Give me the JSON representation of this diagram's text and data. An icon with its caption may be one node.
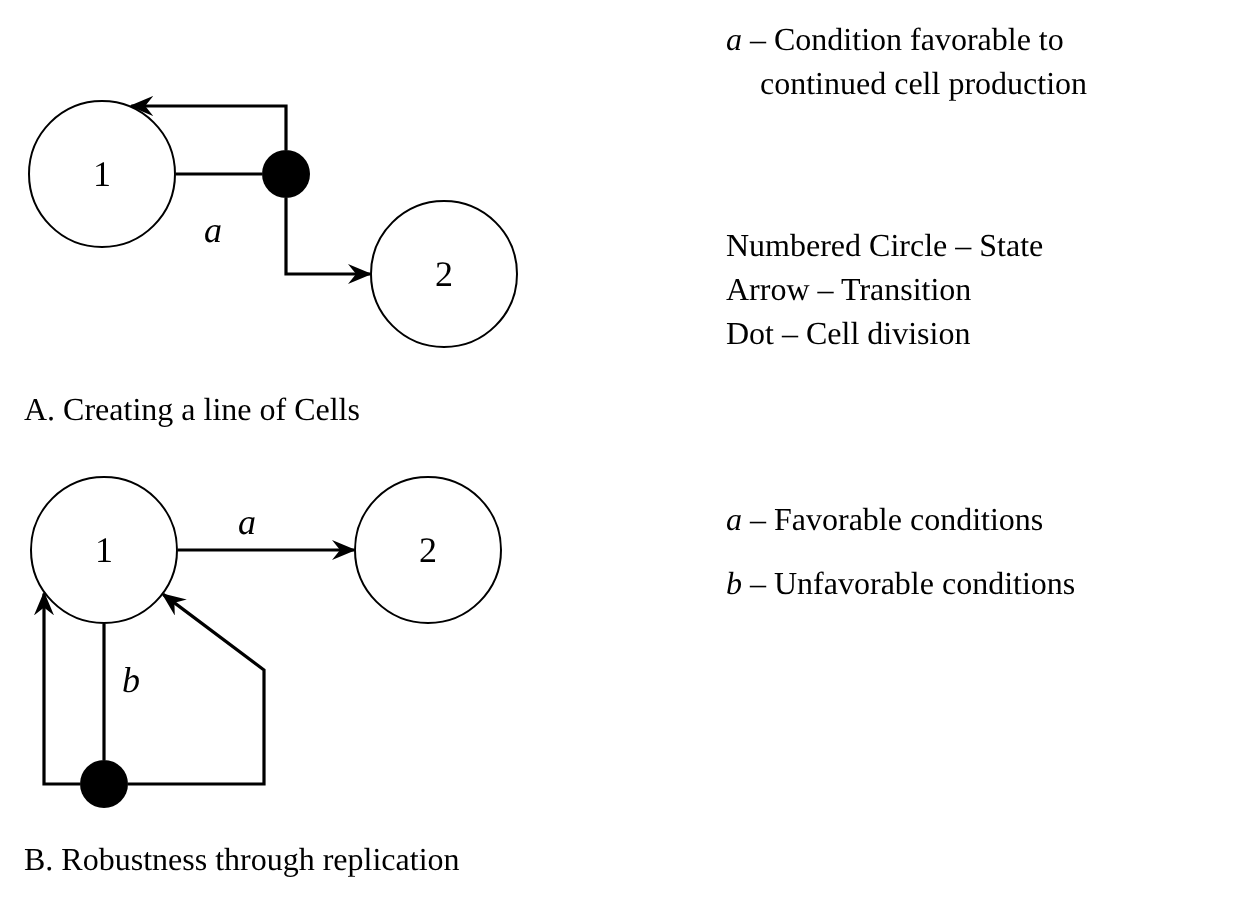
{
  "diagram": {
    "nodes": [
      {
        "text": [
          "1"
        ]
      },
      {
        "text": [],
        "shape": "circle"
      },
      {
        "text": [
          "2"
        ]
      },
      {
        "text": [
          "1"
        ]
      },
      {
        "text": [
          "2"
        ]
      },
      {
        "text": [],
        "shape": "circle"
      }
    ],
    "edges": [
      {
        "from": 0,
        "to": 1,
        "arrow": "none",
        "label": "a"
      },
      {
        "from": 1,
        "to": 0,
        "arrow": "to"
      },
      {
        "from": 1,
        "to": 2,
        "arrow": "to"
      },
      {
        "from": 3,
        "to": 4,
        "arrow": "to",
        "label": "a"
      },
      {
        "from": 3,
        "to": 5,
        "arrow": "none",
        "label": "b"
      },
      {
        "from": 5,
        "to": 3,
        "arrow": "to"
      },
      {
        "from": 5,
        "to": 3,
        "arrow": "to"
      }
    ],
    "labels": [
      "*a* – Condition favorable to continued cell production",
      "Numbered Circle – State",
      "Arrow – Transition",
      "Dot – Cell division",
      "A. Creating a line of Cells",
      "*a* – Favorable conditions",
      "*b* – Unfavorable conditions",
      "B. Robustness through replication"
    ]
  }
}
